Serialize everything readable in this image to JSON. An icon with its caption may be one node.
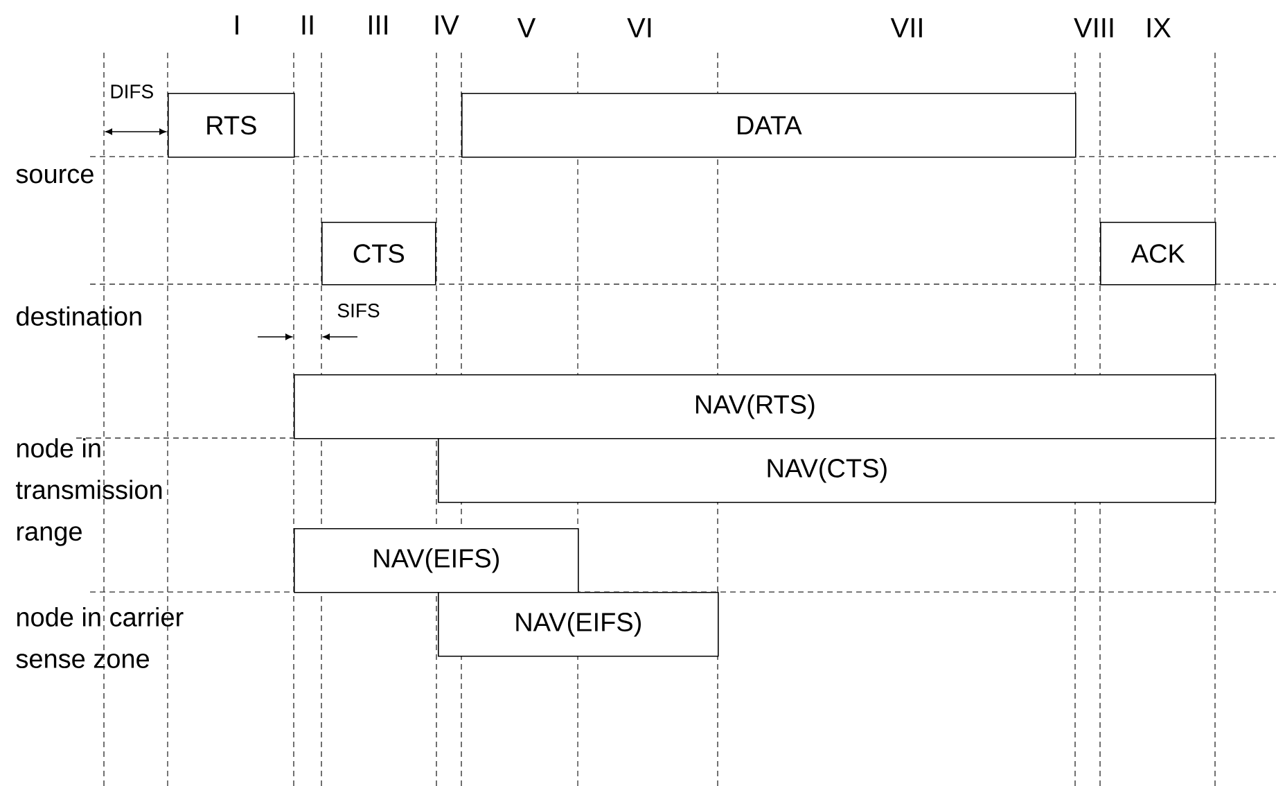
{
  "diagram": {
    "nodes": [
      {
        "text": [
          "RTS"
        ]
      },
      {
        "text": [
          "DATA"
        ]
      },
      {
        "text": [
          "CTS"
        ]
      },
      {
        "text": [
          "ACK"
        ]
      },
      {
        "text": [
          "NAV(RTS)"
        ]
      },
      {
        "text": [
          "NAV(CTS)"
        ]
      },
      {
        "text": [
          "NAV(EIFS)"
        ]
      },
      {
        "text": [
          "NAV(EIFS)"
        ]
      }
    ],
    "labels": [
      "I",
      "II",
      "III",
      "IV",
      "V",
      "VI",
      "VII",
      "VIII",
      "IX",
      "DIFS",
      "source",
      "destination",
      "SIFS",
      "node in transmission range",
      "node in carrier sense zone"
    ]
  }
}
